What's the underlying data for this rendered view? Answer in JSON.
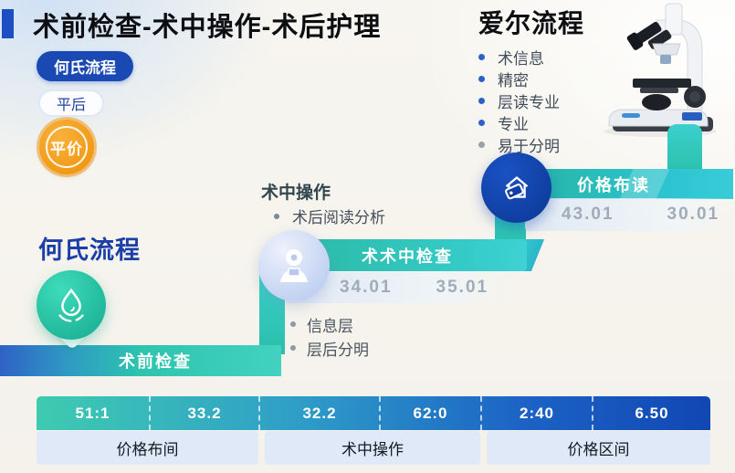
{
  "header": {
    "title": "术前检查-术中操作-术后护理",
    "badge_primary": "何氏流程",
    "badge_secondary": "平后",
    "badge_seal": "平价"
  },
  "right_panel": {
    "title": "爱尔流程",
    "bullets": [
      "术信息",
      "精密",
      "层读专业",
      "专业",
      "易于分明"
    ],
    "image": "microscope-photo"
  },
  "flow": {
    "left_heading": "何氏流程",
    "step1": {
      "ribbon_label": "术前检查",
      "icon": "water-drop-icon"
    },
    "step2": {
      "ribbon_label": "术术中检查",
      "icon": "head-profile-icon",
      "heading": "术中操作",
      "heading_bullet": "术后阅读分析",
      "values": [
        "34.01",
        "35.01"
      ],
      "bullets": [
        "信息层",
        "层后分明"
      ]
    },
    "step3": {
      "ribbon_label": "价格布读",
      "icon": "price-tag-icon",
      "values": [
        "43.01",
        "30.01"
      ]
    }
  },
  "table": {
    "values": [
      "51:1",
      "33.2",
      "32.2",
      "62:0",
      "2:40",
      "6.50"
    ],
    "groups": [
      "价格布间",
      "术中操作",
      "价格区间"
    ]
  },
  "colors": {
    "teal": "#2cc3ad",
    "blue_badge": "#1b49b4",
    "dark_blue_circle": "#0f3fa6",
    "orange_seal": "#f59d1c",
    "table_gradient_start": "#3ecbb1",
    "table_gradient_end": "#1147b3",
    "label_row_bg": "#dfe9f8"
  }
}
